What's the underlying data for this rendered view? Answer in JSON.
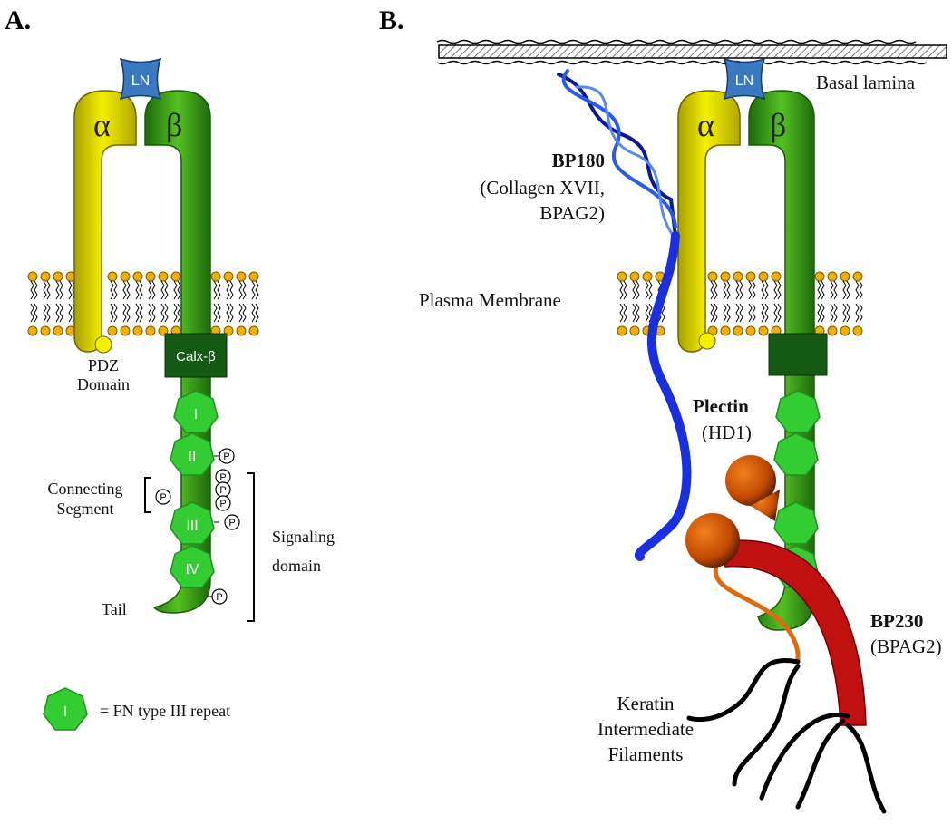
{
  "panels": {
    "a": "A.",
    "b": "B."
  },
  "integrin": {
    "alpha": "α",
    "beta": "β",
    "ligand": "LN",
    "calx": "Calx-β"
  },
  "panel_a": {
    "pdz_line1": "PDZ",
    "pdz_line2": "Domain",
    "fn_repeats": [
      "I",
      "II",
      "III",
      "IV"
    ],
    "phospho": "P",
    "connecting_line1": "Connecting",
    "connecting_line2": "Segment",
    "tail": "Tail",
    "signaling_line1": "Signaling",
    "signaling_line2": "domain",
    "legend_symbol": "I",
    "legend_text": "= FN type III repeat"
  },
  "panel_b": {
    "basal_lamina": "Basal lamina",
    "plasma_membrane": "Plasma Membrane",
    "bp180_title": "BP180",
    "bp180_sub1": "(Collagen XVII,",
    "bp180_sub2": "BPAG2)",
    "plectin_title": "Plectin",
    "plectin_sub": "(HD1)",
    "bp230_title": "BP230",
    "bp230_sub": "(BPAG2)",
    "keratin_line1": "Keratin",
    "keratin_line2": "Intermediate",
    "keratin_line3": "Filaments"
  },
  "colors": {
    "alpha_subunit": "#e8e000",
    "beta_subunit": "#3c9a14",
    "fn_repeat": "#33cc33",
    "calx": "#145a14",
    "ligand": "#3a78c0",
    "bp180": "#1a2fe0",
    "plectin": "#e06010",
    "bp230": "#c01010",
    "keratin": "#000000",
    "lipid_head": "#f0b000"
  }
}
